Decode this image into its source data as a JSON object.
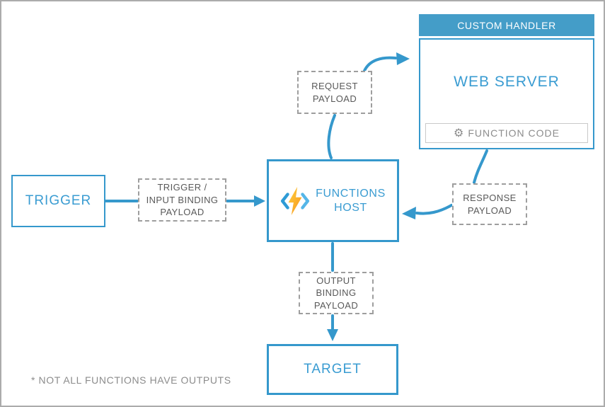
{
  "diagram": {
    "title_note": "* NOT ALL FUNCTIONS HAVE OUTPUTS",
    "nodes": {
      "trigger": {
        "label": "TRIGGER"
      },
      "trigger_payload": {
        "label": "TRIGGER /\nINPUT BINDING\nPAYLOAD"
      },
      "functions_host": {
        "label": "FUNCTIONS\nHOST"
      },
      "request_payload": {
        "label": "REQUEST\nPAYLOAD"
      },
      "custom_handler": {
        "header": "CUSTOM HANDLER",
        "web_server": "WEB SERVER",
        "function_code": "FUNCTION CODE"
      },
      "response_payload": {
        "label": "RESPONSE\nPAYLOAD"
      },
      "output_payload": {
        "label": "OUTPUT\nBINDING\nPAYLOAD"
      },
      "target": {
        "label": "TARGET"
      }
    },
    "flow": [
      "trigger -> trigger_payload -> functions_host",
      "functions_host -> request_payload -> web_server",
      "web_server -> response_payload -> functions_host",
      "functions_host -> output_payload -> target"
    ],
    "colors": {
      "accent_blue": "#3598cc",
      "header_fill": "#449dc8",
      "blue_text": "#3a9cd2",
      "dashed_border": "#9e9e9e",
      "dashed_text": "#595959",
      "muted_gray_text": "#8c8c8c",
      "bolt_orange": "#f7a51c",
      "bolt_yellow": "#ffd23e",
      "bracket_blue": "#2e9bd6"
    }
  }
}
